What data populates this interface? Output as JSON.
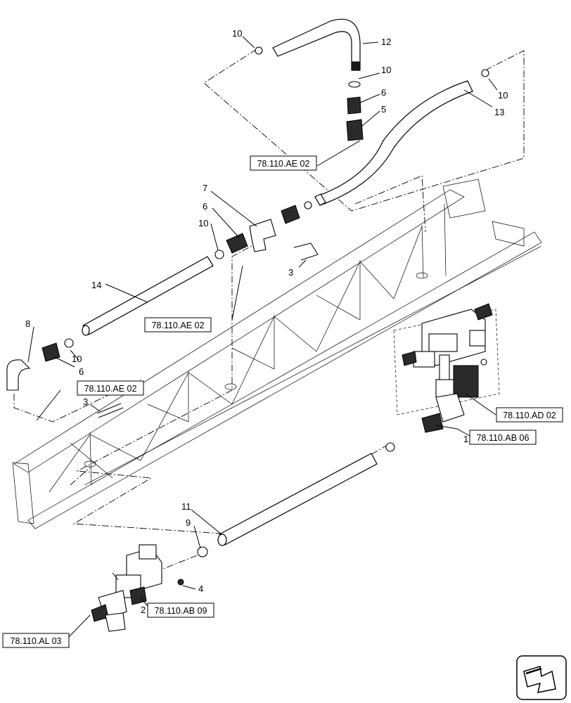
{
  "callouts": {
    "c12": "12",
    "c10a": "10",
    "c10b": "10",
    "c6a": "6",
    "c5": "5",
    "c10c": "10",
    "c13": "13",
    "c7": "7",
    "c6b": "6",
    "c10d": "10",
    "c3a": "3",
    "c14": "14",
    "c8": "8",
    "c10e": "10",
    "c6c": "6",
    "c3b": "3",
    "c1": "1",
    "c11": "11",
    "c9": "9",
    "c4": "4",
    "c2": "2"
  },
  "references": {
    "r_ae02_top": "78.110.AE 02",
    "r_ae02_mid": "78.110.AE 02",
    "r_ae02_left": "78.110.AE 02",
    "r_ad02": "78.110.AD 02",
    "r_ab06": "78.110.AB 06",
    "r_ab09": "78.110.AB 09",
    "r_al03": "78.110.AL 03"
  },
  "icons": {
    "nav": "next-page-arrow-icon"
  }
}
